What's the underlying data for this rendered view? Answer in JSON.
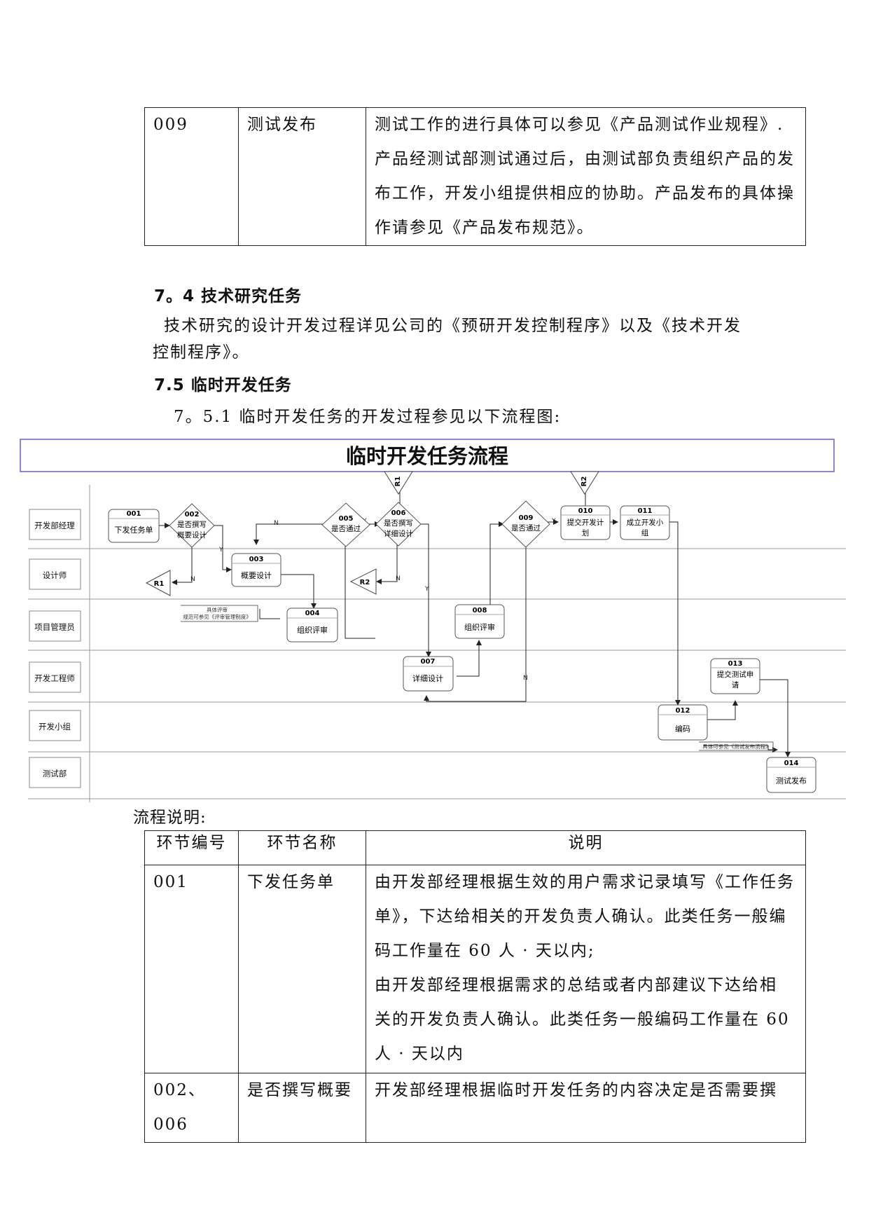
{
  "top_table": {
    "row": {
      "code": "009",
      "name": "测试发布",
      "desc": [
        "测试工作的进行具体可以参见《产品测试作业规程》.",
        "产品经测试部测试通过后，由测试部负责组织产品的发",
        "布工作，开发小组提供相应的协助。产品发布的具体操",
        "作请参见《产品发布规范》。"
      ]
    }
  },
  "sections": {
    "s74_title": "7。4 技术研究任务",
    "s74_body": [
      "技术研究的设计开发过程详见公司的《预研开发控制程序》以及《技术开发",
      "控制程序》。"
    ],
    "s75_title": "7.5 临时开发任务",
    "s751": "7。5.1 临时开发任务的开发过程参见以下流程图:"
  },
  "flowchart": {
    "title": "临时开发任务流程",
    "lanes": [
      "开发部经理",
      "设计师",
      "项目管理员",
      "开发工程师",
      "开发小组",
      "测试部"
    ],
    "nodes": {
      "n001": {
        "code": "001",
        "label": "下发任务单"
      },
      "n002": {
        "code": "002",
        "label1": "是否撰写",
        "label2": "概要设计"
      },
      "n003": {
        "code": "003",
        "label": "概要设计"
      },
      "n004": {
        "code": "004",
        "label": "组织评审"
      },
      "n005": {
        "code": "005",
        "label": "是否通过"
      },
      "n006": {
        "code": "006",
        "label1": "是否撰写",
        "label2": "详细设计"
      },
      "n007": {
        "code": "007",
        "label": "详细设计"
      },
      "n008": {
        "code": "008",
        "label": "组织评审"
      },
      "n009": {
        "code": "009",
        "label": "是否通过"
      },
      "n010": {
        "code": "010",
        "label1": "提交开发计",
        "label2": "划"
      },
      "n011": {
        "code": "011",
        "label1": "成立开发小",
        "label2": "组"
      },
      "n012": {
        "code": "012",
        "label": "编码"
      },
      "n013": {
        "code": "013",
        "label1": "提交测试申",
        "label2": "请"
      },
      "n014": {
        "code": "014",
        "label": "测试发布"
      }
    },
    "refs": {
      "r1": "R1",
      "r2": "R2"
    },
    "edge_labels": {
      "yes": "Y",
      "no": "N"
    },
    "notes": {
      "review1": "具体评审",
      "review2": "规范可参见《评审管理制度》",
      "test_release": "具体可参见《测试发布流程》"
    }
  },
  "process_label": "流程说明:",
  "bottom_table": {
    "headers": [
      "环节编号",
      "环节名称",
      "说明"
    ],
    "rows": [
      {
        "code": "001",
        "name": "下发任务单",
        "desc": [
          "由开发部经理根据生效的用户需求记录填写《工作任务",
          "单》，下达给相关的开发负责人确认。此类任务一般编",
          "码工作量在 60 人 · 天以内;",
          "由开发部经理根据需求的总结或者内部建议下达给相",
          "关的开发负责人确认。此类任务一般编码工作量在 60",
          "人 · 天以内"
        ]
      },
      {
        "code": "002、006",
        "name": "是否撰写概要",
        "desc": [
          "开发部经理根据临时开发任务的内容决定是否需要撰"
        ]
      }
    ]
  }
}
